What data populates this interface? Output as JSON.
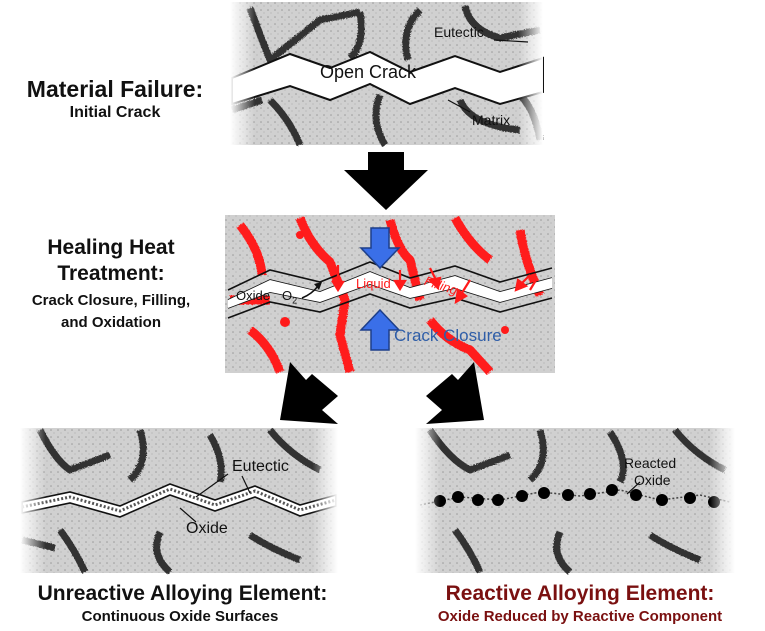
{
  "stage1": {
    "title": "Material Failure:",
    "subtitle": "Initial Crack",
    "labels": {
      "eutectic": "Eutectic",
      "crack": "Open Crack",
      "matrix": "Matrix"
    }
  },
  "stage2": {
    "title_line1": "Healing Heat",
    "title_line2": "Treatment:",
    "subtitle_line1": "Crack Closure, Filling,",
    "subtitle_line2": "and Oxidation",
    "labels": {
      "oxide": "Oxide",
      "o2": "O",
      "o2_sub": "2",
      "liquid": "Liquid",
      "filling": "Filling",
      "closure": "Crack Closure"
    }
  },
  "stage3a": {
    "title": "Unreactive Alloying Element:",
    "subtitle": "Continuous Oxide Surfaces",
    "labels": {
      "eutectic": "Eutectic",
      "oxide": "Oxide"
    }
  },
  "stage3b": {
    "title": "Reactive Alloying Element:",
    "subtitle": "Oxide Reduced by Reactive Component",
    "labels": {
      "reacted_line1": "Reacted",
      "reacted_line2": "Oxide"
    }
  },
  "colors": {
    "matrix": "#c8c8c8",
    "eutectic": "#3a3a3a",
    "liquid": "#ff1a1a",
    "arrow_blue": "#3a6fe8",
    "reactive_title": "#7a1010",
    "closure_text": "#2f5ea8"
  }
}
